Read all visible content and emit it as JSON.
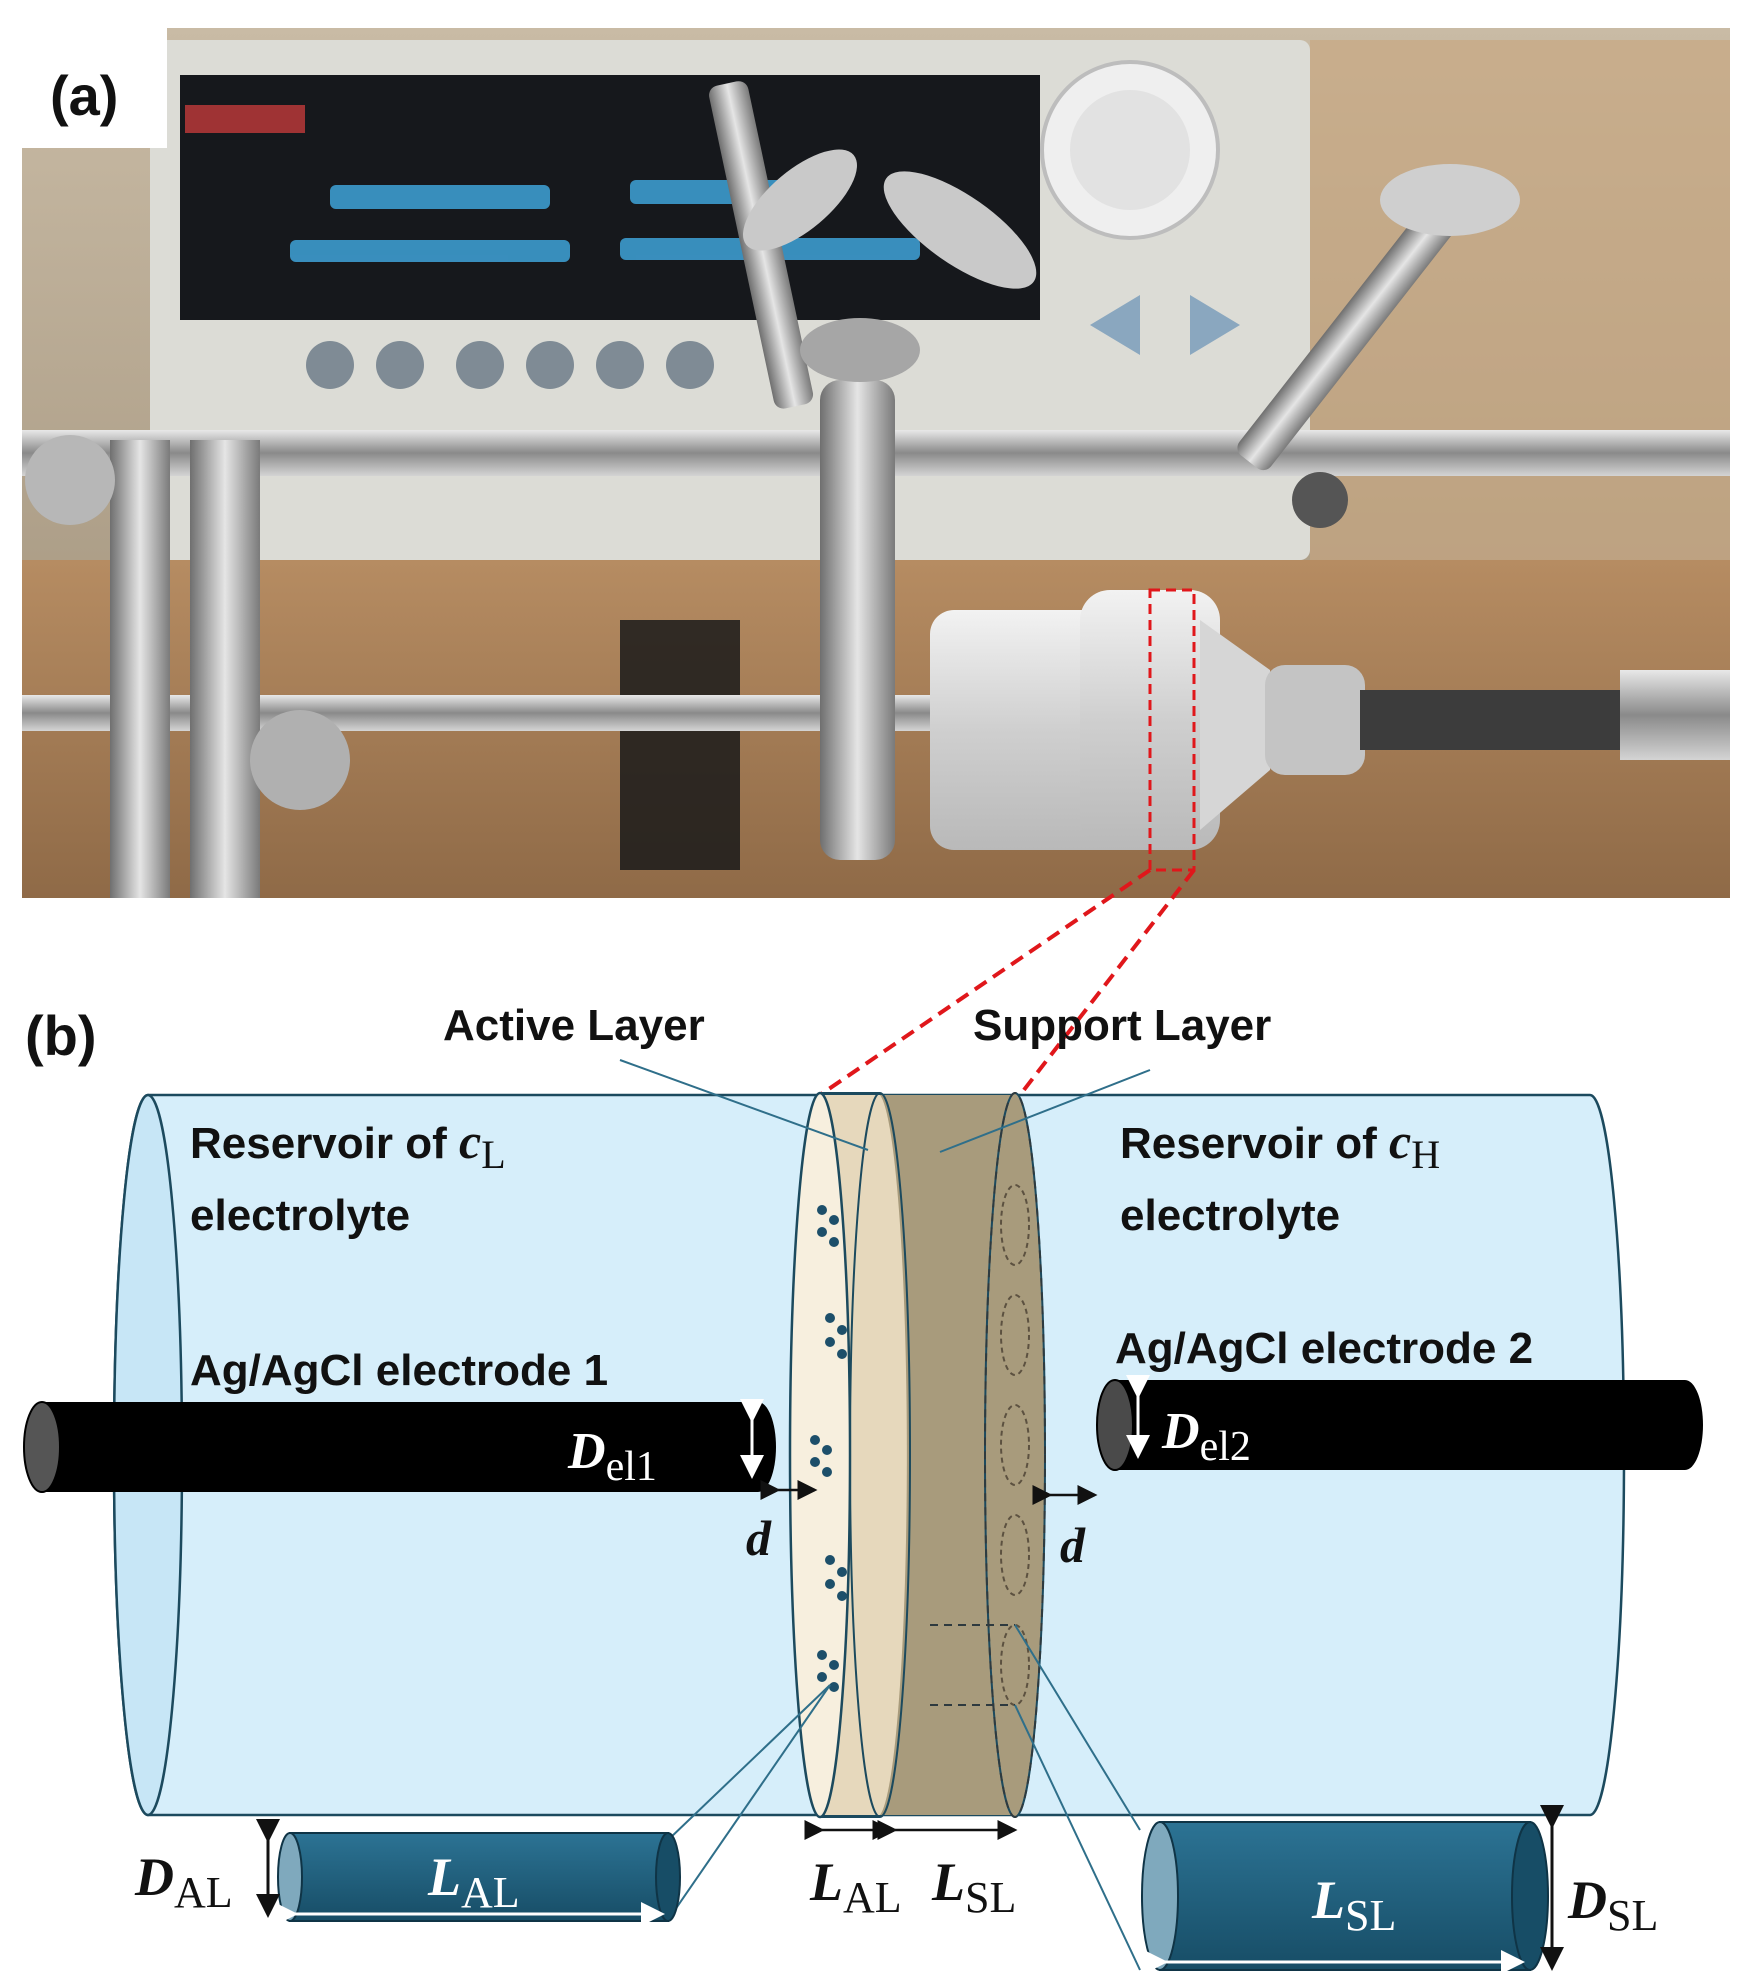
{
  "panel_a": {
    "label": "(a)"
  },
  "panel_b": {
    "label": "(b)",
    "active_layer": "Active Layer",
    "support_layer": "Support Layer",
    "reservoir_left": {
      "line1": "Reservoir of ",
      "symbol": "c",
      "sub": "L",
      "line2": "electrolyte"
    },
    "reservoir_right": {
      "line1": "Reservoir of ",
      "symbol": "c",
      "sub": "H",
      "line2": "electrolyte"
    },
    "electrode1": "Ag/AgCl electrode 1",
    "electrode2": "Ag/AgCl electrode 2",
    "d_el1": {
      "symbol": "D",
      "sub": "el1"
    },
    "d_el2": {
      "symbol": "D",
      "sub": "el2"
    },
    "gap_left": "d",
    "gap_right": "d",
    "l_al_mid": {
      "symbol": "L",
      "sub": "AL"
    },
    "l_sl_mid": {
      "symbol": "L",
      "sub": "SL"
    },
    "pore_al": {
      "length_symbol": "L",
      "length_sub": "AL",
      "diam_symbol": "D",
      "diam_sub": "AL"
    },
    "pore_sl": {
      "length_symbol": "L",
      "length_sub": "SL",
      "diam_symbol": "D",
      "diam_sub": "SL"
    }
  },
  "colors": {
    "reservoir_fill": "#d6eefa",
    "reservoir_stroke": "#1c4a5e",
    "active_layer": "#efe4cc",
    "support_layer": "#a89b7c",
    "pore_tube": "#1d5f7d",
    "callout_red": "#e0171b",
    "electrode": "#000000"
  }
}
